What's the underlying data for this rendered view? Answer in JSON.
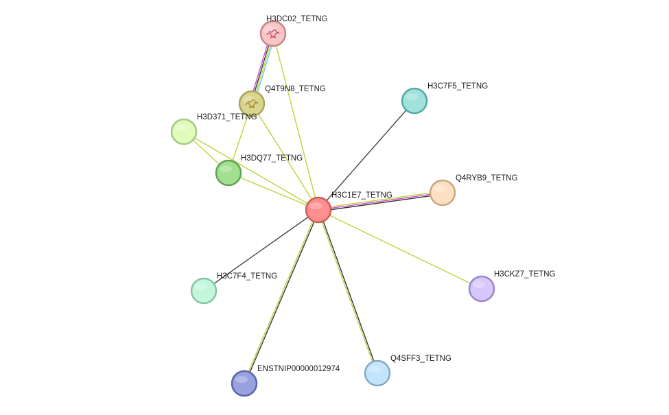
{
  "network": {
    "nodes": [
      {
        "id": "H3C1E7_TETNG",
        "label": "H3C1E7_TETNG",
        "fill": "#ff8f8f",
        "stroke": "#cc5a5a"
      },
      {
        "id": "H3DC02_TETNG",
        "label": "H3DC02_TETNG",
        "fill": "#f8c6c8",
        "stroke": "#c48487",
        "structure": "protein-structure-icon"
      },
      {
        "id": "Q4T9N8_TETNG",
        "label": "Q4T9N8_TETNG",
        "fill": "#d8d58f",
        "stroke": "#a8a45d",
        "structure": "protein-structure-icon"
      },
      {
        "id": "H3D371_TETNG",
        "label": "H3D371_TETNG",
        "fill": "#e1fbbc",
        "stroke": "#a6c784"
      },
      {
        "id": "H3DQ77_TETNG",
        "label": "H3DQ77_TETNG",
        "fill": "#a2e08f",
        "stroke": "#5fa356"
      },
      {
        "id": "H3C7F5_TETNG",
        "label": "H3C7F5_TETNG",
        "fill": "#9fe1db",
        "stroke": "#55a8a1"
      },
      {
        "id": "Q4RYB9_TETNG",
        "label": "Q4RYB9_TETNG",
        "fill": "#fde0c1",
        "stroke": "#c8a684"
      },
      {
        "id": "H3CKZ7_TETNG",
        "label": "H3CKZ7_TETNG",
        "fill": "#d6c8fb",
        "stroke": "#9a84c9"
      },
      {
        "id": "H3C7F4_TETNG",
        "label": "H3C7F4_TETNG",
        "fill": "#c3f7dc",
        "stroke": "#85c4a2"
      },
      {
        "id": "Q4SFF3_TETNG",
        "label": "Q4SFF3_TETNG",
        "fill": "#c3e5fb",
        "stroke": "#84a9c4"
      },
      {
        "id": "ENSTNIP00000012974",
        "label": "ENSTNIP00000012974",
        "fill": "#98a2e0",
        "stroke": "#5a65a8"
      }
    ],
    "edges": [
      {
        "source": "H3DC02_TETNG",
        "target": "Q4T9N8_TETNG",
        "colors": [
          "#6ec6e0",
          "#b8d63a",
          "#333333",
          "#d04fd0"
        ]
      },
      {
        "source": "H3DC02_TETNG",
        "target": "H3C1E7_TETNG",
        "colors": [
          "#b8d63a"
        ]
      },
      {
        "source": "Q4T9N8_TETNG",
        "target": "H3C1E7_TETNG",
        "colors": [
          "#b8d63a"
        ]
      },
      {
        "source": "Q4T9N8_TETNG",
        "target": "H3DQ77_TETNG",
        "colors": [
          "#b8d63a"
        ]
      },
      {
        "source": "H3D371_TETNG",
        "target": "H3DQ77_TETNG",
        "colors": [
          "#b8d63a"
        ]
      },
      {
        "source": "H3D371_TETNG",
        "target": "H3C1E7_TETNG",
        "colors": [
          "#b8d63a"
        ]
      },
      {
        "source": "H3DQ77_TETNG",
        "target": "H3C1E7_TETNG",
        "colors": [
          "#b8d63a"
        ]
      },
      {
        "source": "H3C7F5_TETNG",
        "target": "H3C1E7_TETNG",
        "colors": [
          "#444444"
        ]
      },
      {
        "source": "Q4RYB9_TETNG",
        "target": "H3C1E7_TETNG",
        "colors": [
          "#333333",
          "#d04fd0",
          "#b8d63a"
        ]
      },
      {
        "source": "H3CKZ7_TETNG",
        "target": "H3C1E7_TETNG",
        "colors": [
          "#b8d63a"
        ]
      },
      {
        "source": "H3C7F4_TETNG",
        "target": "H3C1E7_TETNG",
        "colors": [
          "#444444"
        ]
      },
      {
        "source": "Q4SFF3_TETNG",
        "target": "H3C1E7_TETNG",
        "colors": [
          "#b8d63a",
          "#333333"
        ]
      },
      {
        "source": "ENSTNIP00000012974",
        "target": "H3C1E7_TETNG",
        "colors": [
          "#b8d63a",
          "#333333"
        ]
      }
    ]
  }
}
